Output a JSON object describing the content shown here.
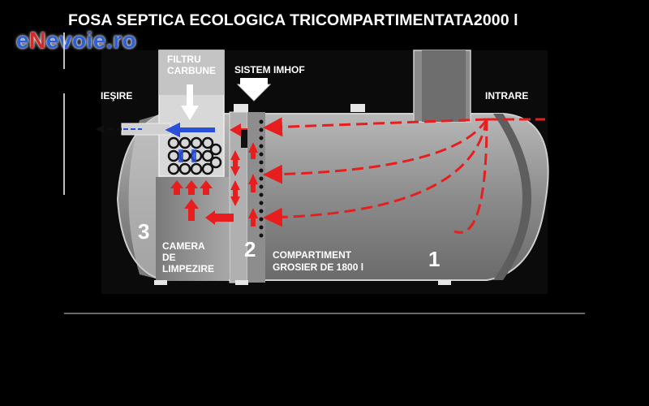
{
  "title": "FOSA SEPTICA ECOLOGICA TRICOMPARTIMENTATA2000 l",
  "logo": {
    "prefix": "e",
    "highlight": "N",
    "rest": "evoie.ro"
  },
  "labels": {
    "filter": [
      "FILTRU",
      "CARBUNE"
    ],
    "imhoff": "SISTEM IMHOF",
    "outlet": "IEŞIRE",
    "inlet": "INTRARE",
    "camera": [
      "CAMERA",
      "DE",
      "LIMPEZIRE"
    ],
    "compartment": [
      "COMPARTIMENT",
      "GROSIER DE 1800 l"
    ],
    "num1": "1",
    "num2": "2",
    "num3": "3"
  },
  "colors": {
    "background": "#000000",
    "flow": "#e81e1e",
    "clean_flow": "#2a4fd8",
    "tank": "#9a9a9a",
    "logo_blue": "#2e5fd6",
    "logo_red": "#d42a2a"
  },
  "icons": [
    "down-arrow-icon",
    "carbon-filter-rings-icon"
  ]
}
